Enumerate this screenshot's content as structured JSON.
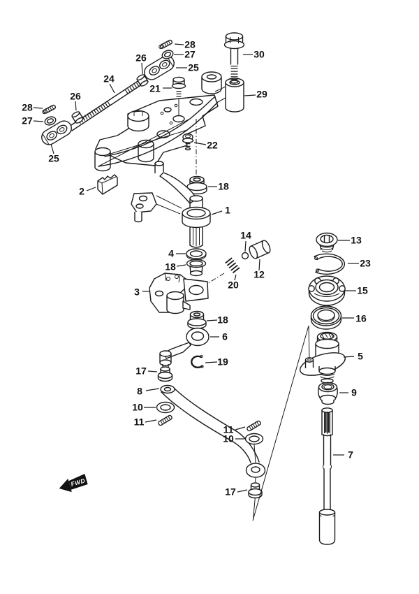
{
  "diagram": {
    "type": "exploded-parts-diagram",
    "colors": {
      "background": "#ffffff",
      "line": "#1a1a1a",
      "label": "#111111",
      "fwd_arrow": "#111111"
    },
    "fwd_marker": "FWD",
    "labels": [
      {
        "ref": "28"
      },
      {
        "ref": "27"
      },
      {
        "ref": "25"
      },
      {
        "ref": "26"
      },
      {
        "ref": "24"
      },
      {
        "ref": "30"
      },
      {
        "ref": "21"
      },
      {
        "ref": "29"
      },
      {
        "ref": "28"
      },
      {
        "ref": "27"
      },
      {
        "ref": "26"
      },
      {
        "ref": "25"
      },
      {
        "ref": "22"
      },
      {
        "ref": "2"
      },
      {
        "ref": "18"
      },
      {
        "ref": "1"
      },
      {
        "ref": "4"
      },
      {
        "ref": "18"
      },
      {
        "ref": "14"
      },
      {
        "ref": "12"
      },
      {
        "ref": "20"
      },
      {
        "ref": "3"
      },
      {
        "ref": "13"
      },
      {
        "ref": "23"
      },
      {
        "ref": "15"
      },
      {
        "ref": "16"
      },
      {
        "ref": "5"
      },
      {
        "ref": "9"
      },
      {
        "ref": "7"
      },
      {
        "ref": "18"
      },
      {
        "ref": "6"
      },
      {
        "ref": "19"
      },
      {
        "ref": "17"
      },
      {
        "ref": "8"
      },
      {
        "ref": "10"
      },
      {
        "ref": "11"
      },
      {
        "ref": "11"
      },
      {
        "ref": "10"
      },
      {
        "ref": "17"
      }
    ]
  }
}
